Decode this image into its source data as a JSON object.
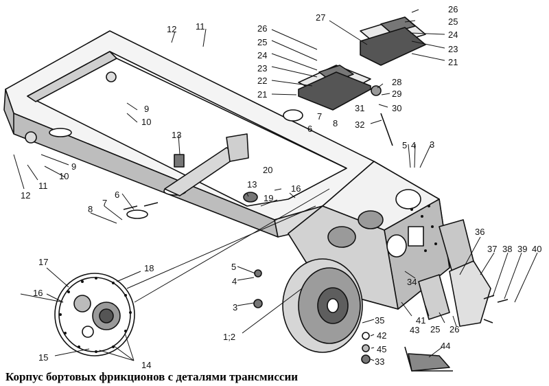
{
  "caption": "Корпус бортовых фрикционов с деталями трансмиссии",
  "part_labels": [
    "1;2",
    "3",
    "3",
    "4",
    "4",
    "5",
    "5",
    "6",
    "6",
    "7",
    "7",
    "8",
    "8",
    "9",
    "9",
    "10",
    "10",
    "11",
    "11",
    "12",
    "12",
    "13",
    "13",
    "14",
    "15",
    "16",
    "16",
    "17",
    "18",
    "19",
    "20",
    "21",
    "21",
    "22",
    "23",
    "23",
    "24",
    "24",
    "25",
    "25",
    "25",
    "26",
    "26",
    "26",
    "27",
    "28",
    "29",
    "30",
    "31",
    "32",
    "33",
    "34",
    "35",
    "36",
    "37",
    "38",
    "39",
    "40",
    "41",
    "42",
    "43",
    "44",
    "45"
  ]
}
